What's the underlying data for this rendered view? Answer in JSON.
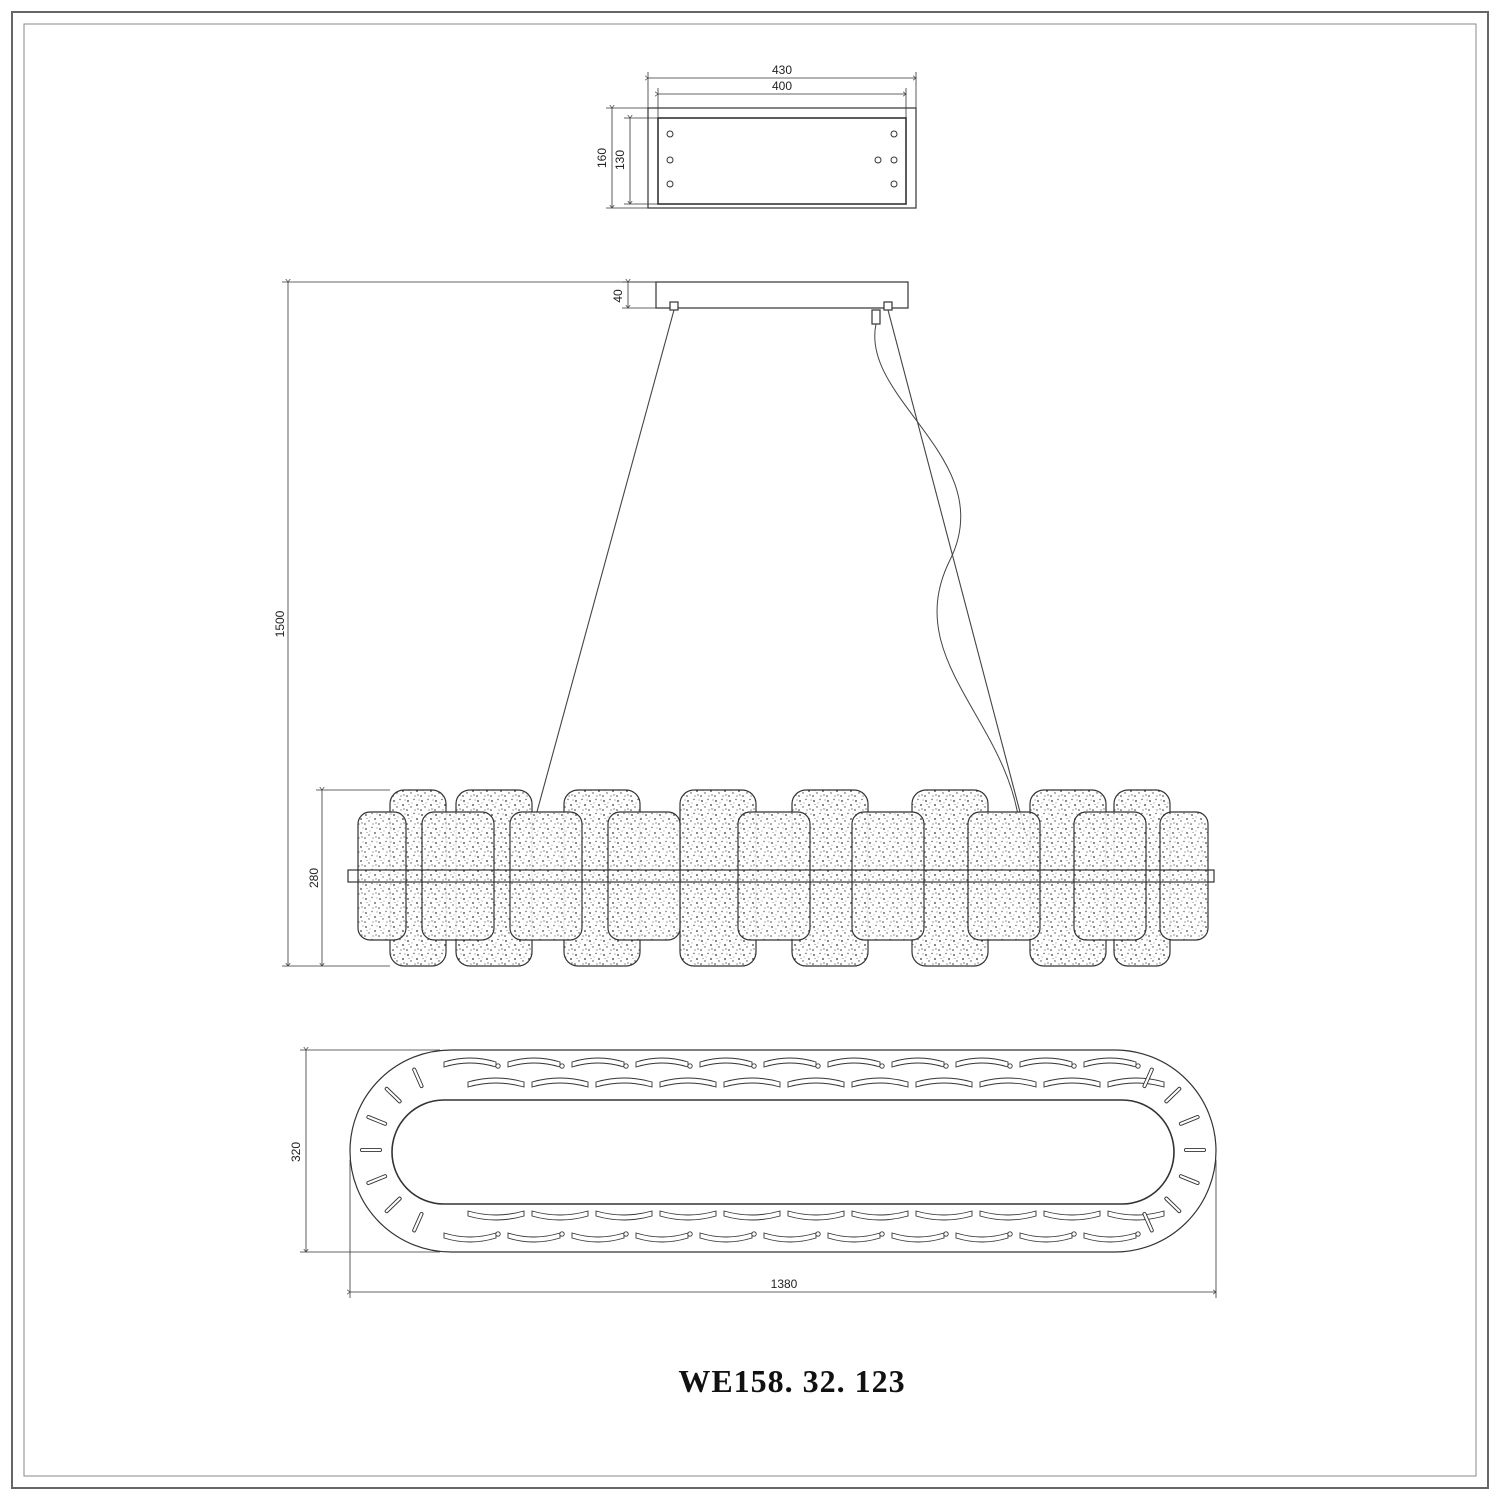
{
  "model_code": "WE158. 32. 123",
  "dimensions": {
    "canopy_outer_width": "430",
    "canopy_inner_width": "400",
    "canopy_outer_depth": "160",
    "canopy_inner_depth": "130",
    "canopy_height": "40",
    "total_drop": "1500",
    "body_height": "280",
    "body_depth": "320",
    "body_length": "1380"
  },
  "colors": {
    "line": "#333333",
    "frame": "#555555",
    "texture": "#444444"
  }
}
